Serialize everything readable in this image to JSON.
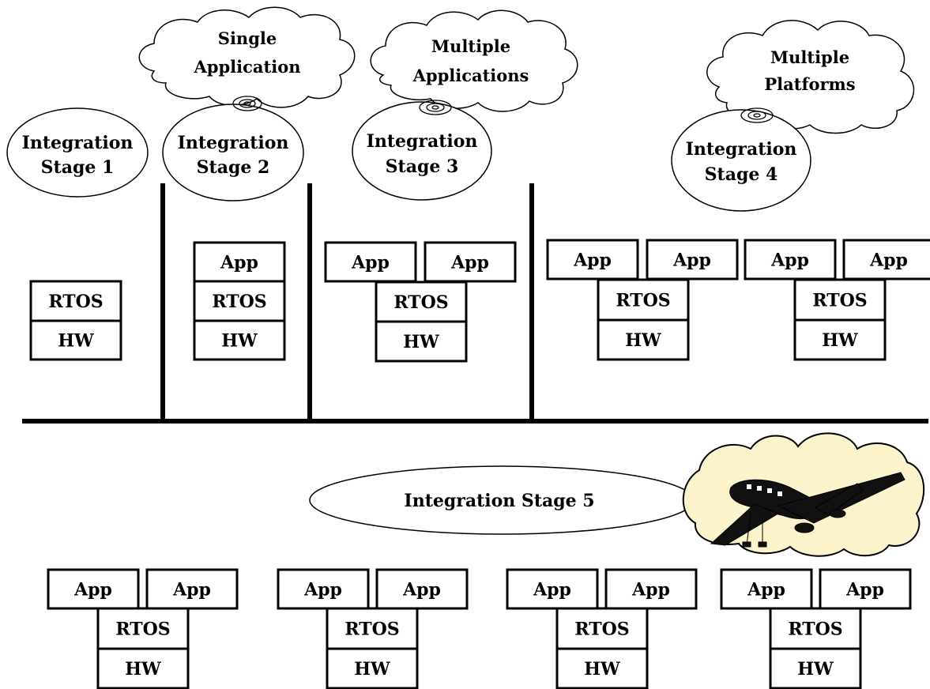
{
  "labels": {
    "app": "App",
    "rtos": "RTOS",
    "hw": "HW"
  },
  "stages": {
    "s1": {
      "line1": "Integration",
      "line2": "Stage 1"
    },
    "s2": {
      "line1": "Integration",
      "line2": "Stage 2"
    },
    "s3": {
      "line1": "Integration",
      "line2": "Stage 3"
    },
    "s4": {
      "line1": "Integration",
      "line2": "Stage 4"
    },
    "s5": {
      "text": "Integration Stage 5"
    }
  },
  "clouds": {
    "c2": {
      "line1": "Single",
      "line2": "Application"
    },
    "c3": {
      "line1": "Multiple",
      "line2": "Applications"
    },
    "c4": {
      "line1": "Multiple",
      "line2": "Platforms"
    }
  },
  "colors": {
    "ink": "#000000",
    "background": "#ffffff",
    "airplane_cloud": "#fbf3cc"
  },
  "icons": {
    "airplane": "airplane-icon"
  }
}
